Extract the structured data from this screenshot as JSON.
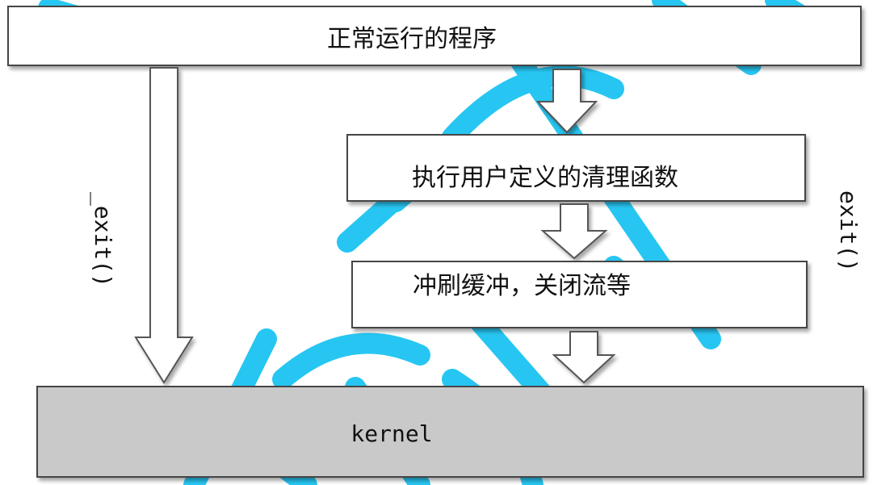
{
  "diagram": {
    "top_box": {
      "label": "正常运行的程序"
    },
    "step1_box": {
      "label": "执行用户定义的清理函数"
    },
    "step2_box": {
      "label": "冲刷缓冲，关闭流等"
    },
    "kernel_box": {
      "label": "kernel"
    },
    "left_path": {
      "label": "_exit()"
    },
    "right_path": {
      "label": "exit()"
    }
  },
  "colors": {
    "box_fill": "#ffffff",
    "box_stroke": "#444444",
    "kernel_fill": "#c9c9c9",
    "arrow_fill": "#ffffff",
    "arrow_stroke": "#555555",
    "watermark": "#1cc4f2"
  }
}
